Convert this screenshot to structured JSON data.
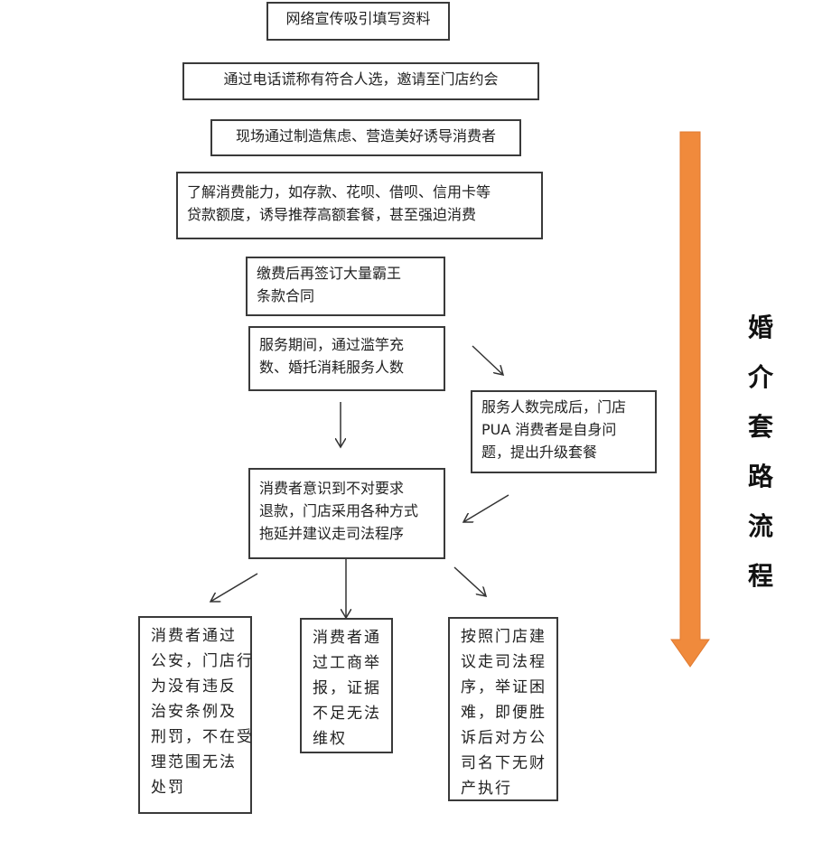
{
  "title": [
    "婚",
    "介",
    "套",
    "路",
    "流",
    "程"
  ],
  "steps": {
    "s1": [
      "网络宣传吸引填写资料"
    ],
    "s2": [
      "通过电话谎称有符合人选，邀请至门店约会"
    ],
    "s3": [
      "现场通过制造焦虑、营造美好诱导消费者"
    ],
    "s4": [
      "了解消费能力，如存款、花呗、借呗、信用卡等",
      "贷款额度，诱导推荐高额套餐，甚至强迫消费"
    ],
    "s5": [
      "缴费后再签订大量霸王",
      "条款合同"
    ],
    "s6": [
      "服务期间，通过滥竽充",
      "数、婚托消耗服务人数"
    ],
    "s7": [
      "服务人数完成后，门店",
      "PUA 消费者是自身问",
      "题，提出升级套餐"
    ],
    "s8": [
      "消费者意识到不对要求",
      "退款，门店采用各种方式",
      "拖延并建议走司法程序"
    ],
    "s9": [
      "消费者通过",
      "公安，门店行",
      "为没有违反",
      "治安条例及",
      "刑罚，不在受",
      "理范围无法",
      "处罚"
    ],
    "s10": [
      "消费者通",
      "过工商举",
      "报，证据",
      "不足无法",
      "维权"
    ],
    "s11": [
      "按照门店建",
      "议走司法程",
      "序，举证困",
      "难，即便胜",
      "诉后对方公",
      "司名下无财",
      "产执行"
    ]
  },
  "colors": {
    "accent_arrow": "#f08a3c",
    "border": "#3a3a3a"
  }
}
